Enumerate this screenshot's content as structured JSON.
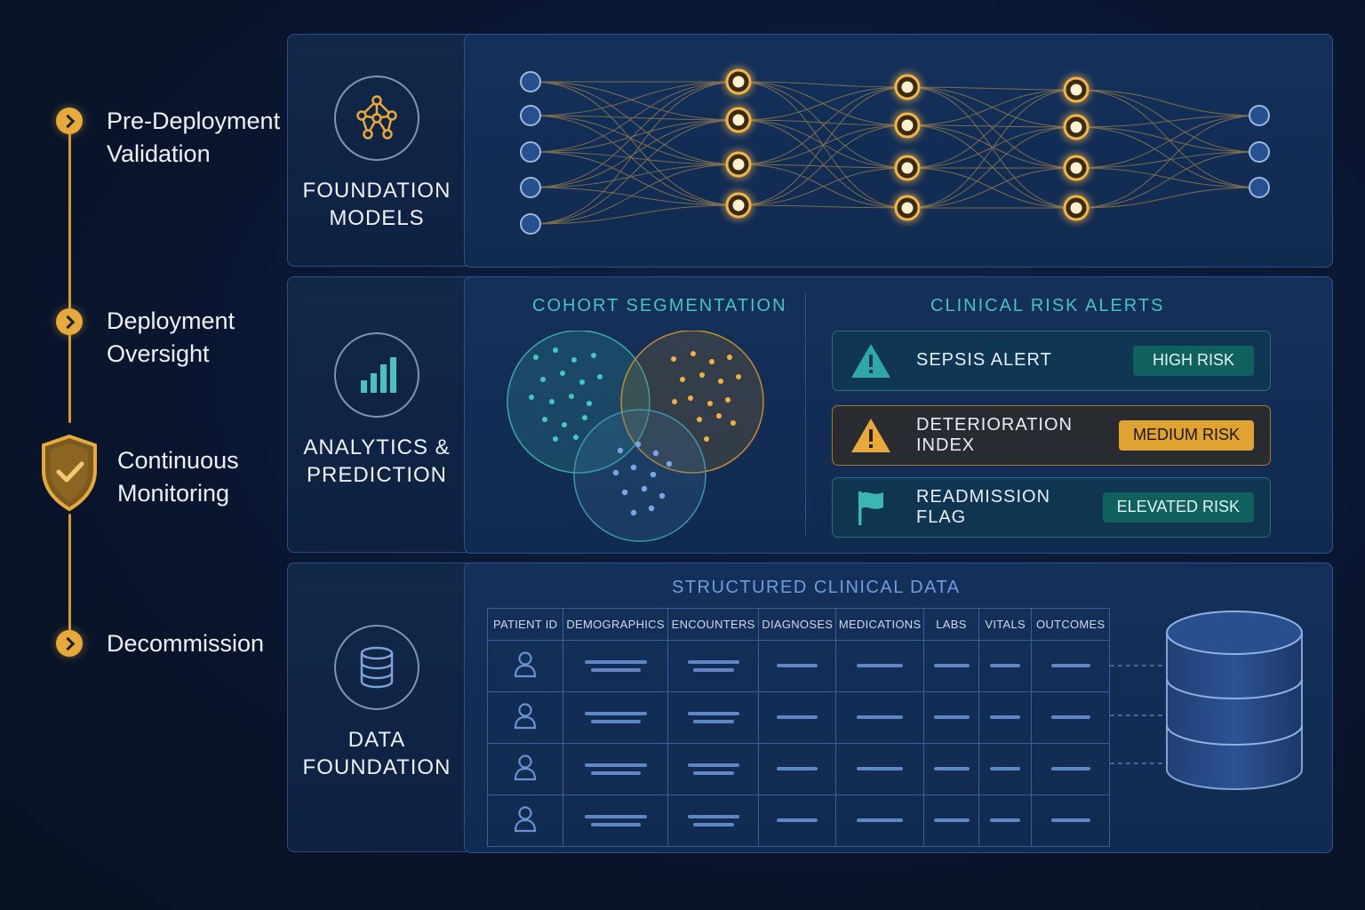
{
  "lifecycle": {
    "stages": [
      {
        "label": "Pre-Deployment\nValidation",
        "marker": "chevron-right-icon"
      },
      {
        "label": "Deployment\nOversight",
        "marker": "chevron-right-icon"
      },
      {
        "label": "Continuous\nMonitoring",
        "marker": "shield-check-icon"
      },
      {
        "label": "Decommission",
        "marker": "chevron-right-icon"
      }
    ]
  },
  "layers": {
    "foundation_models": {
      "title": "FOUNDATION\nMODELS",
      "icon": "network-icon"
    },
    "analytics": {
      "title": "ANALYTICS &\nPREDICTION",
      "icon": "bar-chart-icon",
      "cohort_heading": "COHORT SEGMENTATION",
      "alerts_heading": "CLINICAL RISK ALERTS",
      "alerts": [
        {
          "label": "SEPSIS ALERT",
          "badge": "HIGH RISK",
          "icon": "warning-icon"
        },
        {
          "label": "DETERIORATION INDEX",
          "badge": "MEDIUM RISK",
          "icon": "warning-icon"
        },
        {
          "label": "READMISSION FLAG",
          "badge": "ELEVATED RISK",
          "icon": "flag-icon"
        }
      ]
    },
    "data_foundation": {
      "title": "DATA\nFOUNDATION",
      "icon": "database-icon",
      "table_heading": "STRUCTURED CLINICAL DATA",
      "columns": [
        "PATIENT ID",
        "DEMOGRAPHICS",
        "ENCOUNTERS",
        "DIAGNOSES",
        "MEDICATIONS",
        "LABS",
        "VITALS",
        "OUTCOMES"
      ]
    }
  },
  "colors": {
    "gold": "#e7a93a",
    "teal": "#49c2c0",
    "blue": "#5f87c7",
    "panel_border": "#2c4e85"
  }
}
